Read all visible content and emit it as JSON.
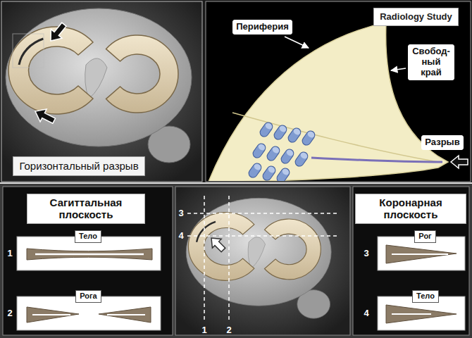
{
  "diagram": {
    "nodes": [
      {
        "text": [
          "Горизонтальный разрыв"
        ]
      },
      {
        "text": [
          "Radiology Study"
        ]
      },
      {
        "text": [
          "Сагиттальная плоскость"
        ]
      },
      {
        "text": [
          "Тело"
        ]
      },
      {
        "text": [
          "Рога"
        ]
      },
      {
        "text": [
          "Коронарная плоскость"
        ]
      },
      {
        "text": [
          "Рог"
        ]
      },
      {
        "text": [
          "Тело"
        ]
      }
    ],
    "labels": [
      "Периферия",
      "Свобод- ный край",
      "Разрыв",
      "1",
      "2",
      "3",
      "4",
      "1",
      "2",
      "3",
      "4"
    ]
  }
}
